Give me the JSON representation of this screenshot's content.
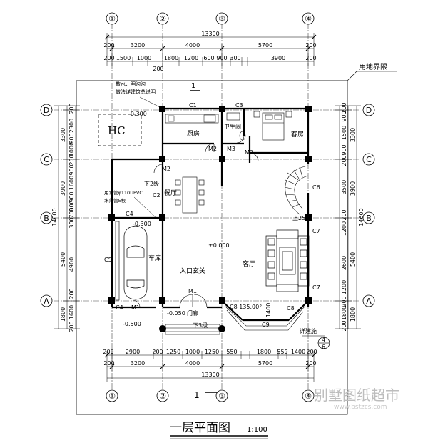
{
  "title": "一层平面图",
  "scale": "1:100",
  "property_line": "用地界限",
  "axes_x": [
    "①",
    "②",
    "③",
    "④"
  ],
  "axes_y": [
    "A",
    "B",
    "C",
    "D"
  ],
  "dims_top": {
    "total": "13300",
    "row1": [
      "200",
      "3200",
      "4000",
      "5700",
      "200"
    ],
    "row2": [
      "200",
      "1500",
      "1000",
      "1800",
      "1200",
      "600",
      "900",
      "300",
      "3900",
      "200"
    ],
    "extra": "200"
  },
  "dims_bottom": {
    "total": "13300",
    "row1": [
      "200",
      "3200",
      "4000",
      "5700",
      "200"
    ],
    "row2": [
      "200",
      "2900",
      "200",
      "1250",
      "1000",
      "1250",
      "550",
      "1800",
      "550",
      "1400",
      "200"
    ]
  },
  "dims_left": {
    "total": "14600",
    "row1": [
      "3300",
      "3900",
      "5400",
      "1800"
    ],
    "row2": [
      "200",
      "2300",
      "900",
      "1000",
      "200",
      "900",
      "1600",
      "900",
      "300",
      "700",
      "300",
      "4900",
      "200",
      "1600",
      "200"
    ]
  },
  "dims_right": {
    "total": "14600",
    "row1": [
      "3300",
      "3900",
      "5400",
      "1800"
    ],
    "row2": [
      "200",
      "900",
      "1500",
      "900",
      "200",
      "3500",
      "200",
      "1200",
      "2600",
      "1200",
      "200",
      "1800",
      "200"
    ]
  },
  "rooms": {
    "kitchen": "厨房",
    "bath": "卫生间",
    "guest": "客房",
    "dining": "餐厅",
    "garage": "车库",
    "living": "客厅",
    "entry": "入口玄关",
    "porch": "门廊",
    "hc": "HC"
  },
  "doors": [
    "M2",
    "M3",
    "M2",
    "M2",
    "M1",
    "M1"
  ],
  "columns": [
    "C1",
    "C3",
    "C2",
    "C4",
    "C5",
    "C4",
    "C6",
    "C7",
    "C7",
    "C8",
    "C8",
    "C9",
    "C5"
  ],
  "levels": {
    "outside_top": "-0.300",
    "garage": "-0.300",
    "main": "±0.000",
    "porch": "-0.050",
    "outside": "-0.500"
  },
  "notes": {
    "note_top_1": "散水、明沟沟",
    "note_top_2": "做法详建筑总说明",
    "note_drain_1": "用水管φ110UPVC",
    "note_drain_2": "水落管5根",
    "stair_down": "下2级",
    "steps_3": "下3级",
    "slab_note": "详建施",
    "section_label": "1",
    "c8_angle": "C8 135.00°",
    "stair_up": "上25",
    "bay_dim": "1400",
    "detail_num": "4",
    "detail_sheet": "6"
  },
  "watermark": {
    "text": "别墅图纸超市",
    "url": "www.bstzcs.com"
  }
}
